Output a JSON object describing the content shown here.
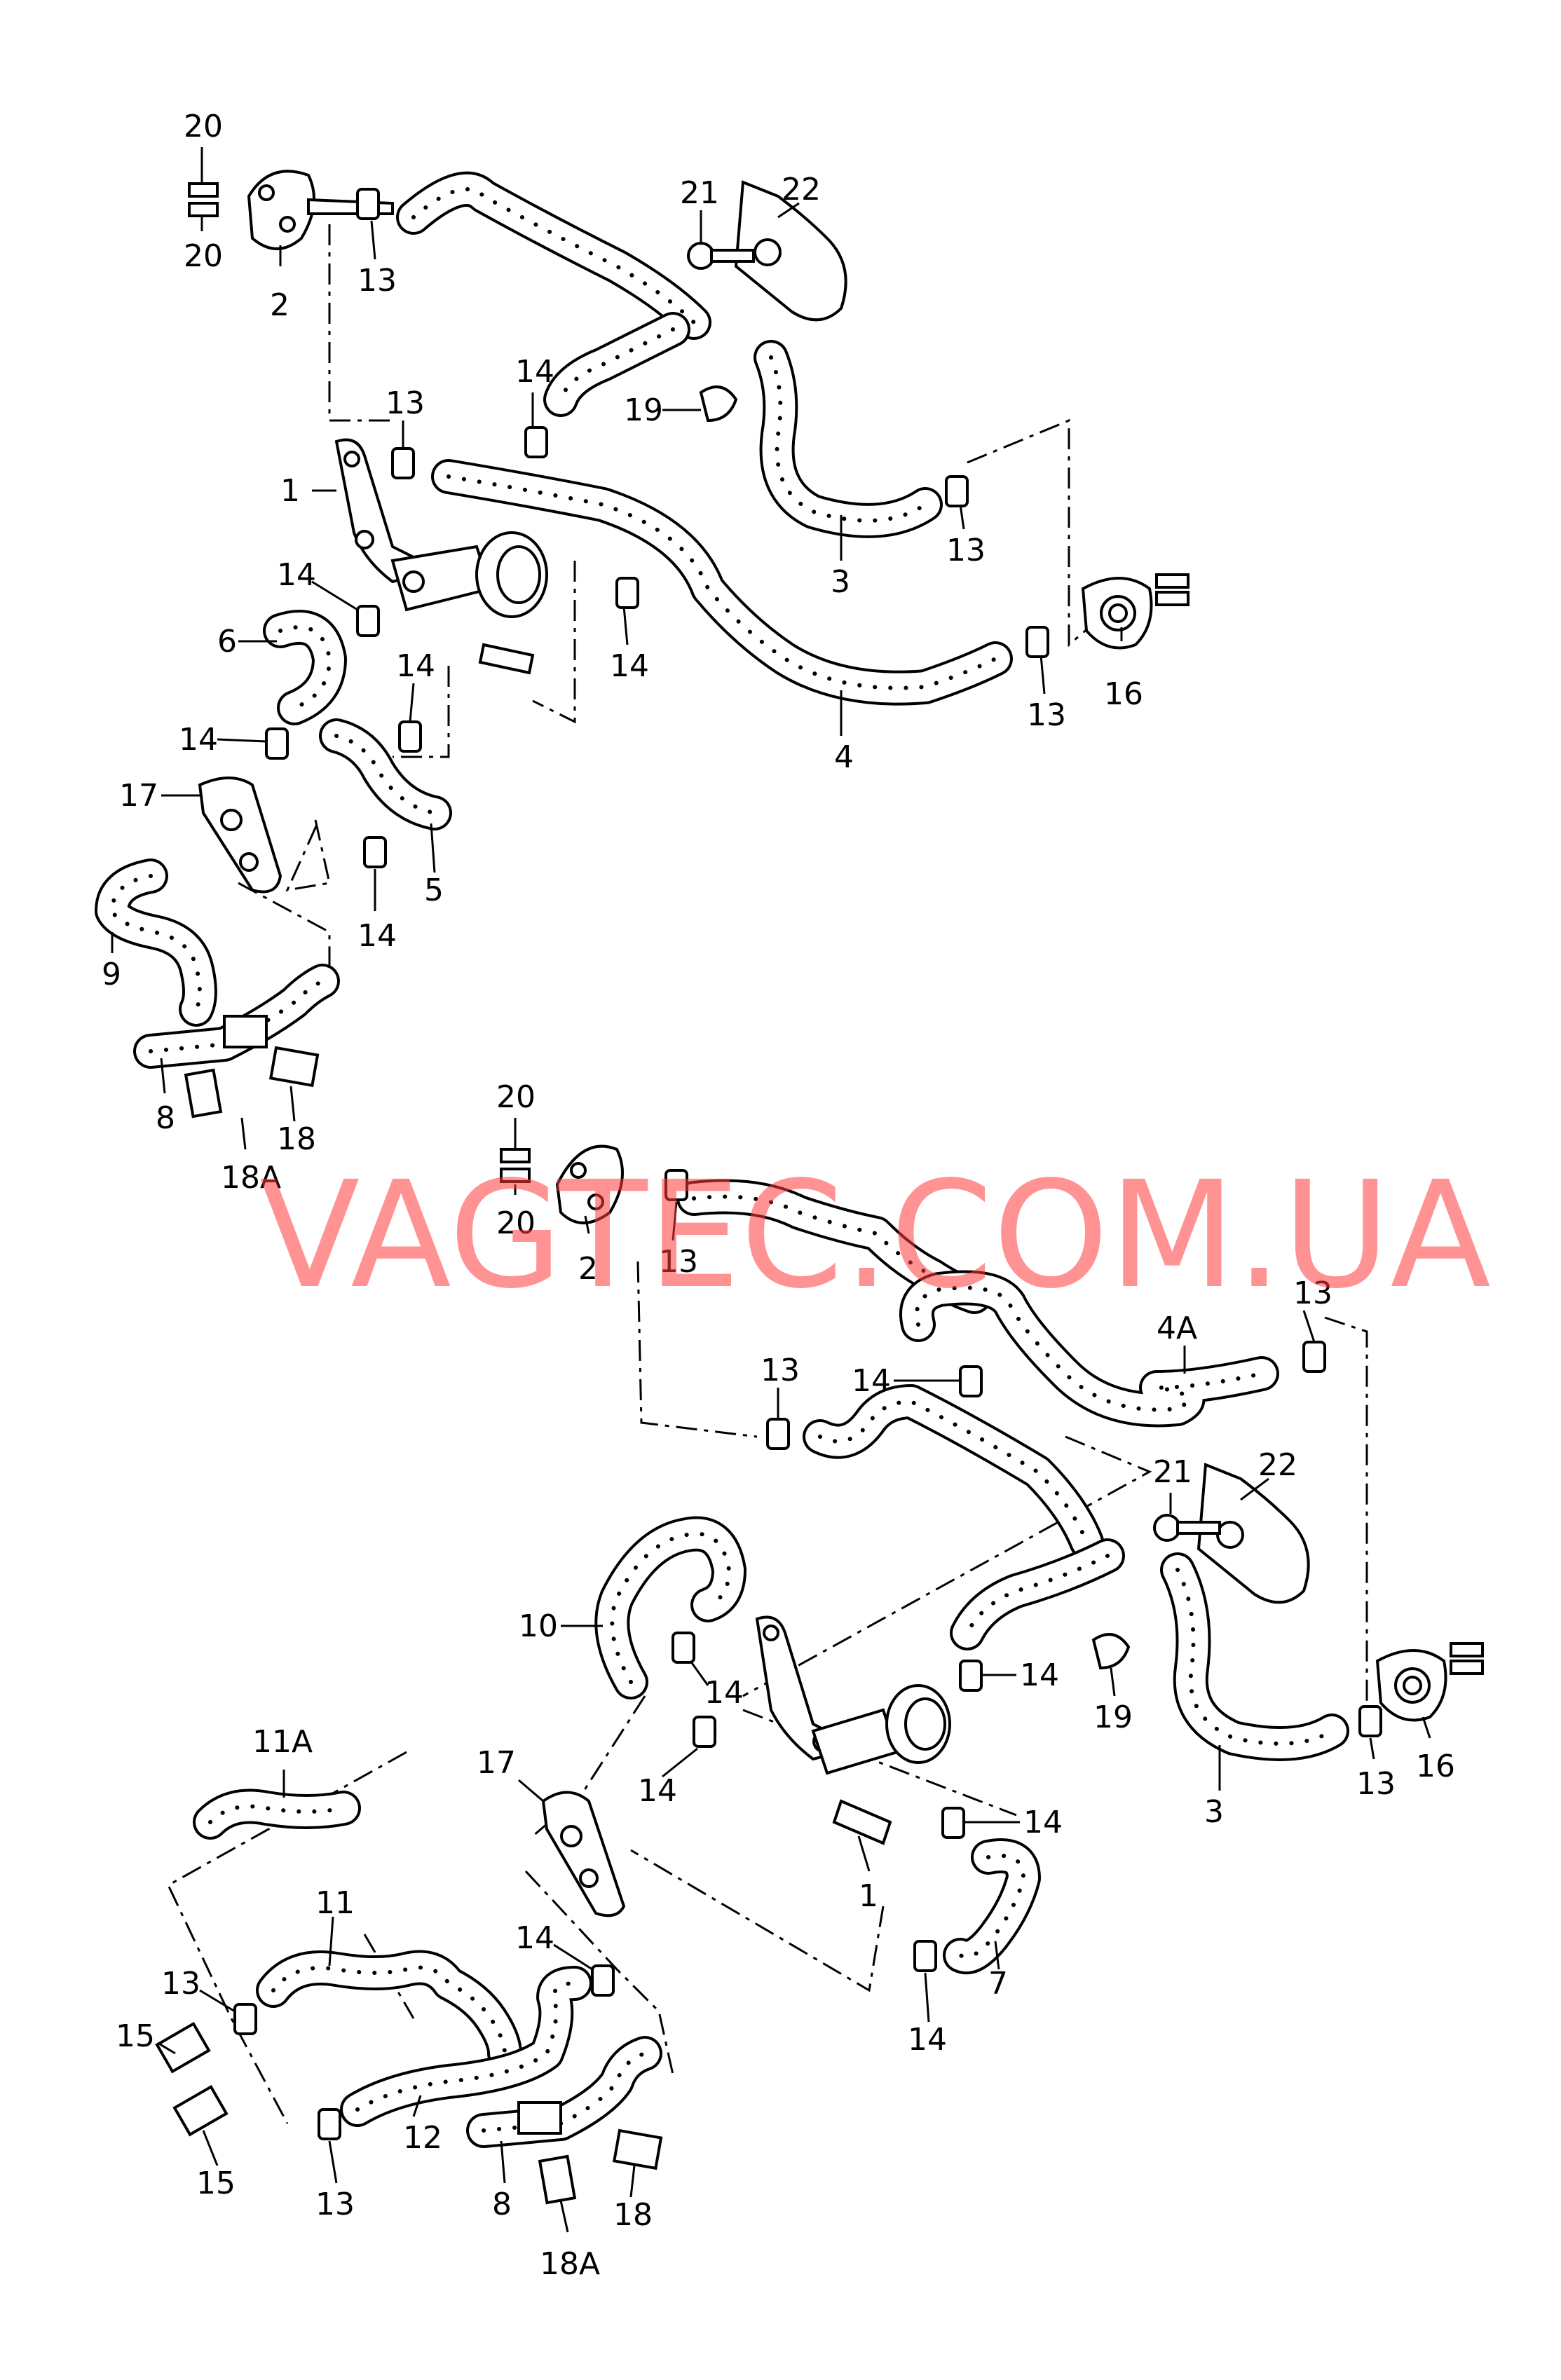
{
  "watermark": "VAGTEC.COM.UA",
  "labels": {
    "top_20a": "20",
    "top_20b": "20",
    "top_2": "2",
    "top_13a": "13",
    "top_21": "21",
    "top_22": "22",
    "top_14a": "14",
    "top_13b": "13",
    "top_19": "19",
    "top_1": "1",
    "top_3": "3",
    "top_13c": "13",
    "top_14b": "14",
    "top_6": "6",
    "top_14c": "14",
    "top_14d": "14",
    "top_14e": "14",
    "top_4": "4",
    "top_13d": "13",
    "top_16": "16",
    "top_17": "17",
    "top_5": "5",
    "top_14f": "14",
    "top_9": "9",
    "top_8": "8",
    "top_18": "18",
    "top_18A": "18A",
    "bot_20a": "20",
    "bot_20b": "20",
    "bot_2": "2",
    "bot_13a": "13",
    "bot_13b": "13",
    "bot_4A": "4A",
    "bot_13c": "13",
    "bot_14a": "14",
    "bot_21": "21",
    "bot_22": "22",
    "bot_10": "10",
    "bot_14b": "14",
    "bot_14c": "14",
    "bot_19": "19",
    "bot_11A": "11A",
    "bot_17": "17",
    "bot_14d": "14",
    "bot_14e": "14",
    "bot_1": "1",
    "bot_3": "3",
    "bot_13d": "13",
    "bot_16": "16",
    "bot_11": "11",
    "bot_14f": "14",
    "bot_7": "7",
    "bot_13e": "13",
    "bot_15a": "15",
    "bot_15b": "15",
    "bot_12": "12",
    "bot_14g": "14",
    "bot_13f": "13",
    "bot_8": "8",
    "bot_18": "18",
    "bot_18A": "18A"
  }
}
